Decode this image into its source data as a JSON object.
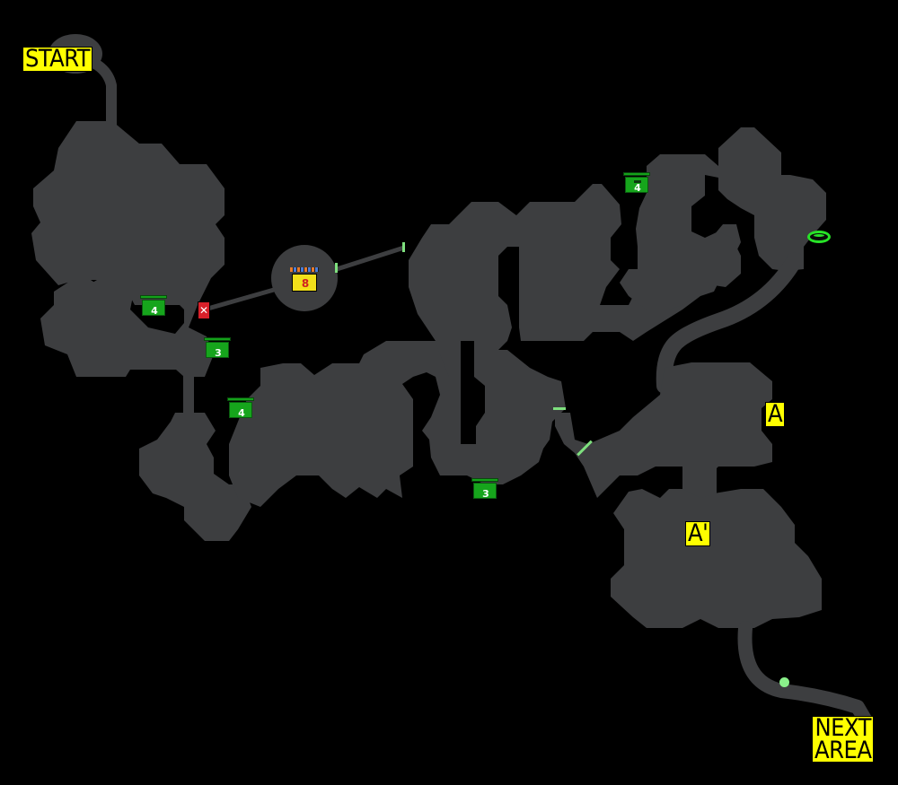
{
  "map": {
    "labels": {
      "start": "START",
      "a": "A",
      "a_prime": "A'",
      "next_line1": "NEXT",
      "next_line2": "AREA"
    },
    "chests": [
      {
        "id": "chest-1",
        "value": "4"
      },
      {
        "id": "chest-2",
        "value": "3"
      },
      {
        "id": "chest-3",
        "value": "4"
      },
      {
        "id": "chest-4",
        "value": "3"
      },
      {
        "id": "chest-5",
        "value": "4"
      }
    ],
    "big_chest": {
      "value": "8"
    },
    "hazard": {
      "symbol": "✕"
    },
    "colors": {
      "background": "#000000",
      "floor": "#3d3e40",
      "label_bg": "#ffff00",
      "chest": "#16a51c",
      "warp": "#27e327",
      "door": "#7ee07e",
      "hazard": "#d8202a"
    }
  }
}
